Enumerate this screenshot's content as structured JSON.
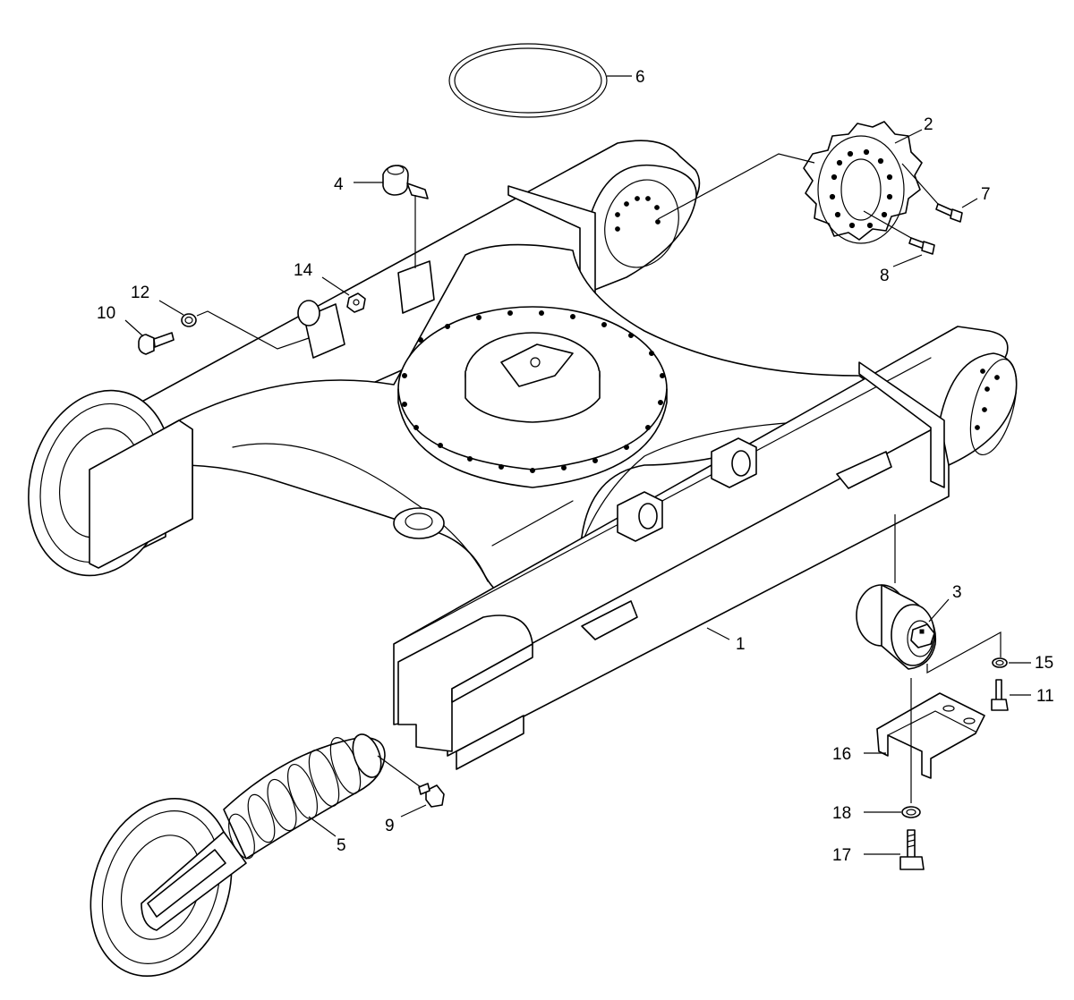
{
  "diagram": {
    "callouts": [
      {
        "id": "1",
        "label": "1"
      },
      {
        "id": "2",
        "label": "2"
      },
      {
        "id": "3",
        "label": "3"
      },
      {
        "id": "4",
        "label": "4"
      },
      {
        "id": "5",
        "label": "5"
      },
      {
        "id": "6",
        "label": "6"
      },
      {
        "id": "7",
        "label": "7"
      },
      {
        "id": "8",
        "label": "8"
      },
      {
        "id": "9",
        "label": "9"
      },
      {
        "id": "10",
        "label": "10"
      },
      {
        "id": "11",
        "label": "11"
      },
      {
        "id": "12",
        "label": "12"
      },
      {
        "id": "14",
        "label": "14"
      },
      {
        "id": "15",
        "label": "15"
      },
      {
        "id": "16",
        "label": "16"
      },
      {
        "id": "17",
        "label": "17"
      },
      {
        "id": "18",
        "label": "18"
      }
    ]
  }
}
